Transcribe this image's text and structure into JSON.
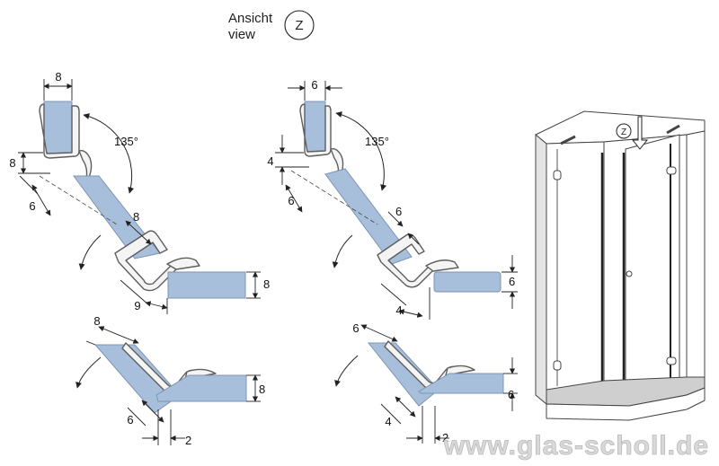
{
  "header": {
    "view_label_de": "Ansicht",
    "view_label_en": "view",
    "view_marker": "Z"
  },
  "profile_left": {
    "angle": "135°",
    "top_width": "8",
    "side_height": "8",
    "offset": "6",
    "lip_width": "8",
    "bottom_gap": "9",
    "glass_thickness": "8"
  },
  "profile_right": {
    "angle": "135°",
    "top_width": "6",
    "side_height": "4",
    "offset": "6",
    "lip_width": "6",
    "bottom_gap": "4",
    "glass_thickness": "6"
  },
  "joint_left": {
    "glass_width": "8",
    "offset": "6",
    "gap": "2",
    "glass_thickness": "8"
  },
  "joint_right": {
    "glass_width": "6",
    "offset": "4",
    "gap": "2",
    "glass_thickness": "6"
  },
  "cabin": {
    "view_marker": "Z"
  },
  "watermark": "www.glas-scholl.de"
}
